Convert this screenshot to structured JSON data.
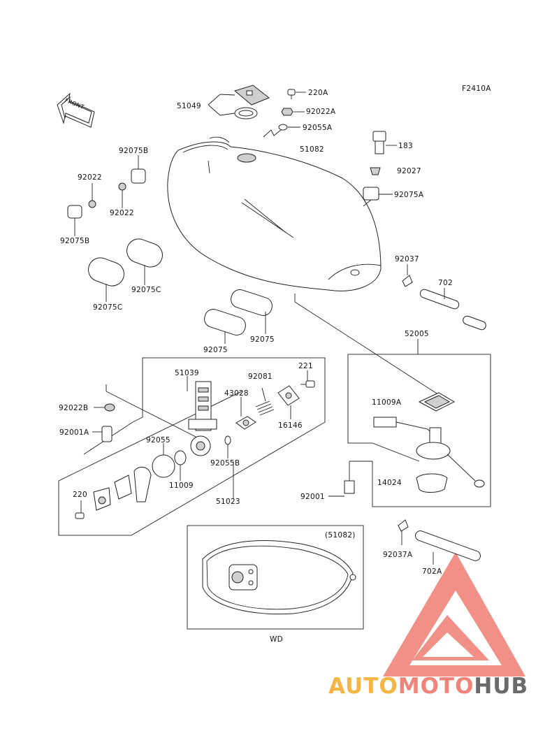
{
  "figure_code": "F2410A",
  "front_arrow_label": "FRONT",
  "part_labels": {
    "p51049": "51049",
    "p220A": "220A",
    "p92022A": "92022A",
    "p92055A": "92055A",
    "p51082": "51082",
    "p183": "183",
    "p92027": "92027",
    "p92075A": "92075A",
    "p92075B_top": "92075B",
    "p92022_top": "92022",
    "p92022_mid": "92022",
    "p92075B_left": "92075B",
    "p92075C_right": "92075C",
    "p92075C_left": "92075C",
    "p92037": "92037",
    "p702": "702",
    "p92075_a": "92075",
    "p92075_b": "92075",
    "p52005": "52005",
    "p51039": "51039",
    "p92081": "92081",
    "p221": "221",
    "p43028": "43028",
    "p16146": "16146",
    "p92022B": "92022B",
    "p92001A": "92001A",
    "p92055": "92055",
    "p92055B": "92055B",
    "p11009": "11009",
    "p11009A": "11009A",
    "p14024": "14024",
    "p220": "220",
    "p51023": "51023",
    "p92001": "92001",
    "p51082_paren": "(51082)",
    "pWD": "WD",
    "p92037A": "92037A",
    "p702A": "702A"
  },
  "watermark": {
    "part1": "AUTO",
    "part2": "MOTO",
    "part3": "HUB",
    "colors": {
      "auto": "#f5b443",
      "moto": "#f08479",
      "hub": "#6b6b6b",
      "triangle": "#f08479"
    }
  }
}
